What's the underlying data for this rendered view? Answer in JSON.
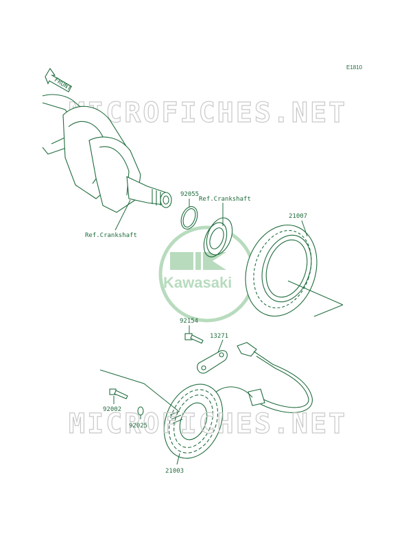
{
  "diagram_code": "E1810",
  "front_label": "FRONT",
  "watermark_text": "MICROFICHES.NET",
  "logo_text": "Kawasaki",
  "callouts": {
    "p92055": "92055",
    "ref_crankshaft_top": "Ref.Crankshaft",
    "ref_crankshaft_left": "Ref.Crankshaft",
    "p21007": "21007",
    "p92154": "92154",
    "p13271": "13271",
    "p92002": "92002",
    "p92025": "92025",
    "p21003": "21003"
  },
  "colors": {
    "line": "#1e6b3c",
    "watermark": "#c8c8c8",
    "logo": "#7fbf8a"
  }
}
